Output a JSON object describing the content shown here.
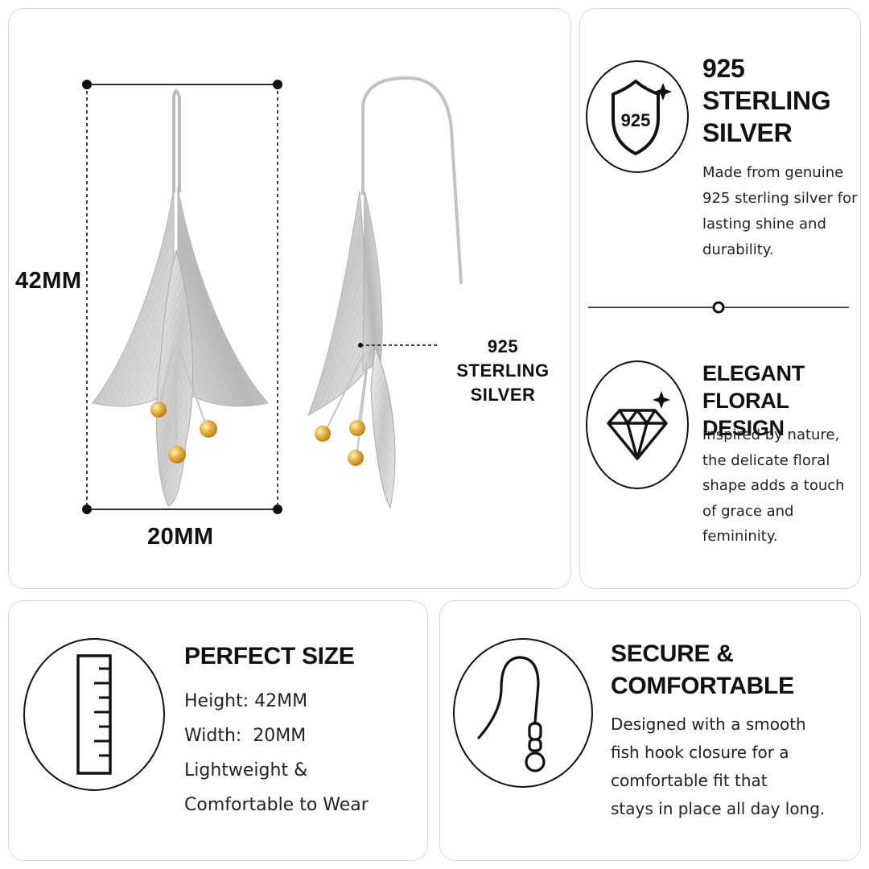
{
  "dimensions": {
    "height_label": "42MM",
    "width_label": "20MM"
  },
  "callout": {
    "line1": "925 STERLING",
    "line2": "SILVER"
  },
  "features": [
    {
      "icon": "925-shield-icon",
      "title_lines": [
        "925",
        "STERLING",
        "SILVER"
      ],
      "description_lines": [
        "Made from genuine",
        "925 sterling silver for",
        "lasting shine and",
        "durability."
      ],
      "badge_text": "925"
    },
    {
      "icon": "diamond-icon",
      "title_lines": [
        "ELEGANT",
        "FLORAL DESIGN"
      ],
      "description_lines": [
        "Inspired by nature,",
        "the delicate floral",
        "shape adds a touch",
        "of grace and",
        "femininity."
      ]
    }
  ],
  "size_card": {
    "icon": "ruler-icon",
    "title": "PERFECT SIZE",
    "lines": [
      "Height: 42MM",
      "Width:  20MM",
      "Lightweight &",
      "Comfortable to Wear"
    ]
  },
  "secure_card": {
    "icon": "fish-hook-icon",
    "title_lines": [
      "SECURE &",
      "COMFORTABLE"
    ],
    "lines": [
      "Designed with a smooth",
      "fish hook closure for a",
      "comfortable fit that",
      "stays in place all day long."
    ]
  },
  "colors": {
    "ink": "#111111",
    "silver": "#d4d4d4",
    "gold": "#e0a92e",
    "border": "#d9d9d9"
  }
}
